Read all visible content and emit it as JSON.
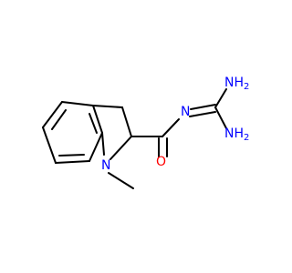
{
  "molecule": {
    "atoms": {
      "ring_n": {
        "label": "N",
        "color": "#0000ff"
      },
      "amide_n": {
        "label": "N",
        "color": "#0000ff"
      },
      "carbonyl_o": {
        "label": "O",
        "color": "#ff0000"
      },
      "nh2_top": {
        "label": "NH",
        "subscript": "2",
        "color": "#0000ff"
      },
      "nh2_bottom": {
        "label": "NH",
        "subscript": "2",
        "color": "#0000ff"
      }
    },
    "bond_color": "#000000"
  }
}
